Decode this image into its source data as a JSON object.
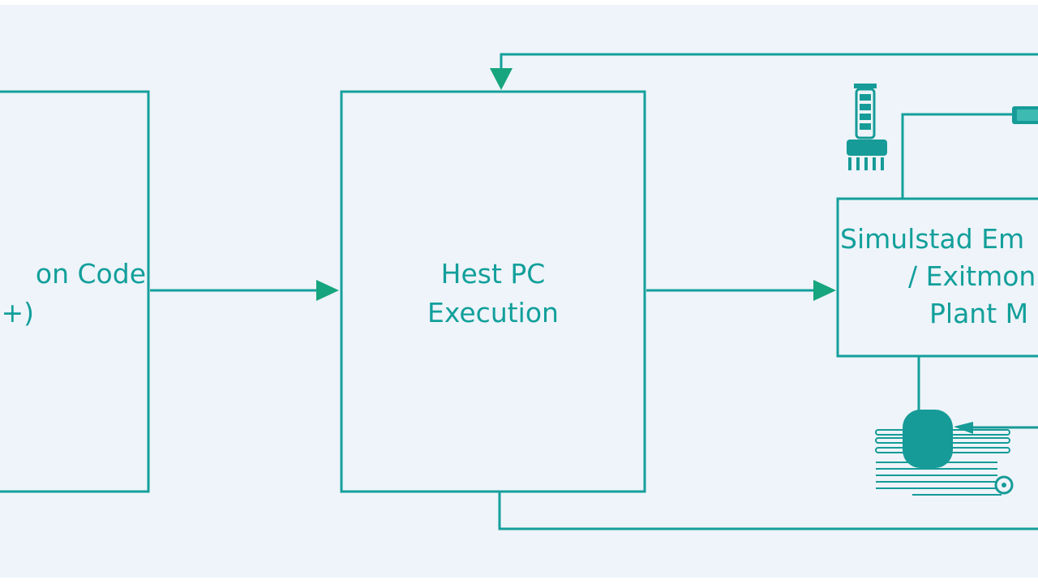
{
  "colors": {
    "stroke": "#149f9c",
    "arrow": "#17a57f",
    "text": "#129f9b",
    "background": "#eef4f9",
    "icon_fill": "#169b98"
  },
  "boxes": {
    "left": {
      "line1": "on Code",
      "line2": "-+)"
    },
    "middle": {
      "line1": "Hest PC",
      "line2": "Execution"
    },
    "right": {
      "line1": "Simulstad Em",
      "line2": "/ Exitmon",
      "line3": "Plant M"
    }
  },
  "icons": [
    "sensor-icon",
    "connector-plug-icon",
    "motor-pump-icon"
  ]
}
